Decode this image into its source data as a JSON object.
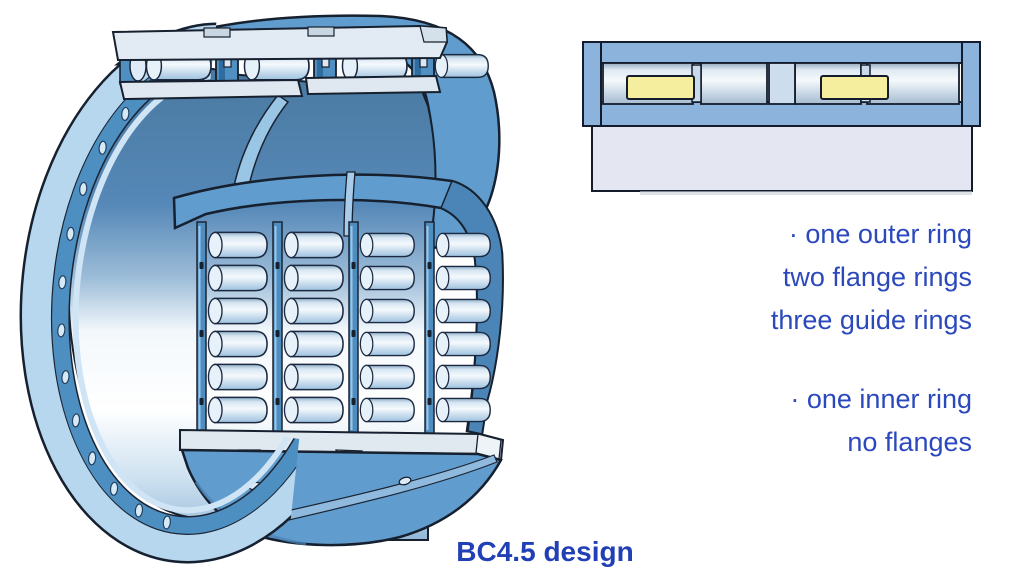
{
  "features": {
    "outer_ring_group": [
      "· one outer ring",
      "two flange rings",
      "three guide rings"
    ],
    "inner_ring_group": [
      "· one inner ring",
      "no flanges"
    ],
    "text_color": "#2b49bd"
  },
  "caption": {
    "text": "BC4.5 design",
    "color": "#2140b5"
  },
  "palette": {
    "bearing_blue": "#609ccd",
    "bearing_blue_dark": "#4b84b6",
    "bearing_light_face": "#b7d7ee",
    "cage_ring_blue": "#4e8fc2",
    "cut_surface_grey": "#e2ebf3",
    "outline_navy": "#16202e",
    "bore_dark_blue": "#49799f",
    "cage_yellow": "#f6ee9f",
    "section_body_grey": "#e4e7f1",
    "section_ring_blue": "#8cb3dc"
  }
}
